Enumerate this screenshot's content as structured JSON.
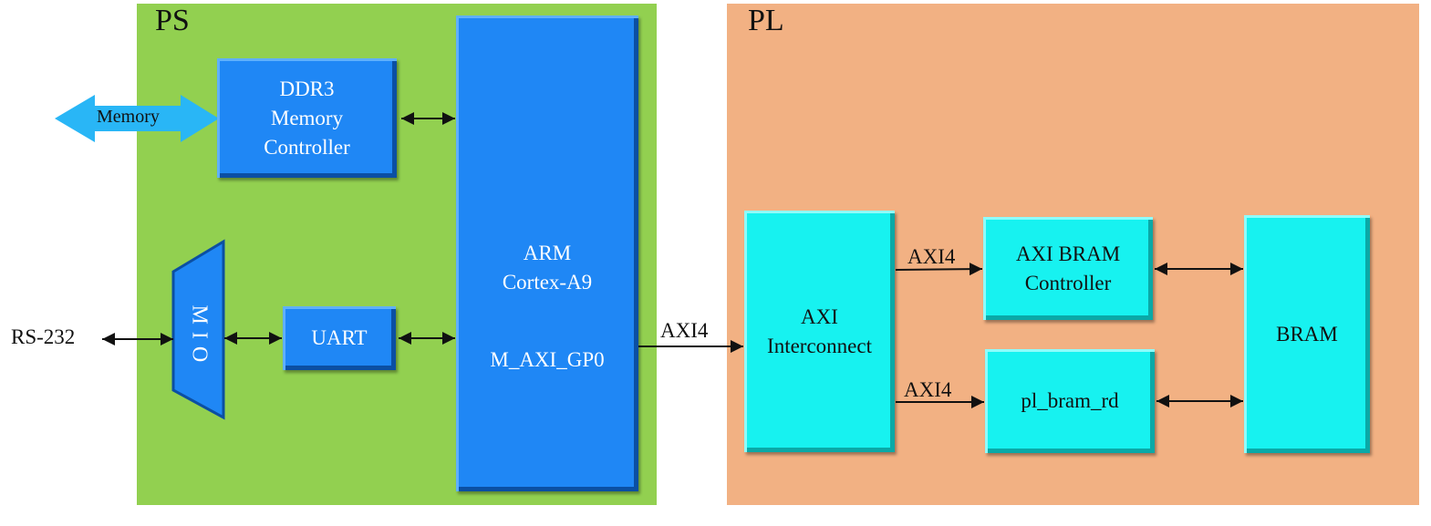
{
  "regions": {
    "ps": {
      "title": "PS",
      "color": "#92d050"
    },
    "pl": {
      "title": "PL",
      "color": "#f2b183"
    }
  },
  "blocks": {
    "ddr": "DDR3\nMemory\nController",
    "uart": "UART",
    "mio": "MIO",
    "arm": "ARM\nCortex-A9",
    "arm_port": "M_AXI_GP0",
    "axi_interconnect": "AXI\nInterconnect",
    "axi_bram_controller": "AXI BRAM\nController",
    "pl_bram_rd": "pl_bram_rd",
    "bram": "BRAM"
  },
  "labels": {
    "memory": "Memory",
    "rs232": "RS-232",
    "axi_arm_to_ic": "AXI4",
    "axi_ic_to_ctrl": "AXI4",
    "axi_ic_to_rd": "AXI4"
  },
  "colors": {
    "ps_block": "#1f87f5",
    "pl_block": "#17f2f0",
    "memory_arrow": "#29b6f6"
  }
}
